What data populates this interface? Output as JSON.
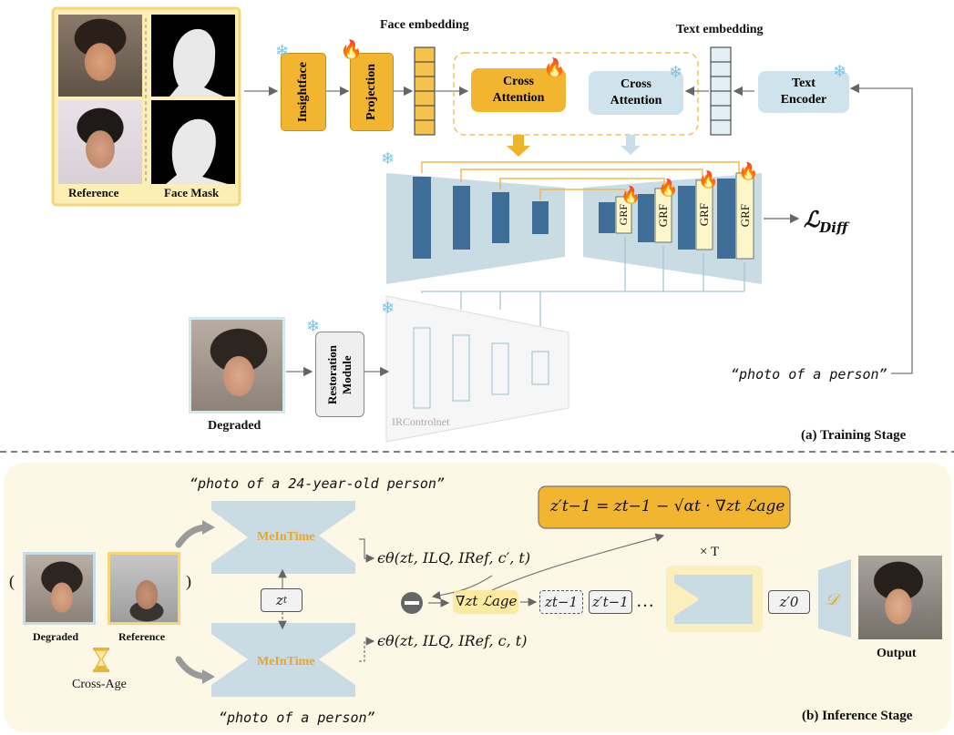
{
  "training": {
    "stage_label": "(a) Training Stage",
    "reference_label": "Reference",
    "face_mask_label": "Face Mask",
    "insightface": "Insightface",
    "projection": "Projection",
    "face_embedding": "Face embedding",
    "text_embedding": "Text embedding",
    "cross_attention_trainable": "Cross\nAttention",
    "cross_attention_frozen": "Cross\nAttention",
    "text_encoder": "Text\nEncoder",
    "grf_labels": [
      "GRF",
      "GRF",
      "GRF",
      "GRF"
    ],
    "loss": "ℒ",
    "loss_sub": "Diff",
    "degraded_label": "Degraded",
    "restoration_module": "Restoration\nModule",
    "ircontrolnet": "IRControlnet",
    "prompt": "“photo of a person”"
  },
  "inference": {
    "stage_label": "(b) Inference Stage",
    "prompt_age": "“photo of a 24-year-old person”",
    "prompt_plain": "“photo of a person”",
    "model_name_top": "MeInTime",
    "model_name_bottom": "MeInTime",
    "degraded_label": "Degraded",
    "reference_label": "Reference",
    "cross_age_label": "Cross-Age",
    "paren_open": "(",
    "paren_close": ")",
    "z_t": "z",
    "z_t_sub": "t",
    "eps_top": "ϵθ(zt, ILQ, IRef, c′, t)",
    "eps_bottom": "ϵθ(zt, ILQ, IRef, c, t)",
    "grad_term": "∇zt ℒage",
    "update_eq": "z′t−1 = zt−1 − √αt · ∇zt ℒage",
    "z_prev": "zt−1",
    "z_prev_prime": "z′t−1",
    "ellipsis": "…",
    "times_T": "× T",
    "z0_prime": "z′0",
    "decoder": "𝒟",
    "output_label": "Output"
  },
  "colors": {
    "accent_orange": "#f0b429",
    "frame_yellow": "#fbe7a1",
    "light_blue": "#cfe3ec",
    "unet_blue": "#c9dce4",
    "block_blue": "#3f6f99",
    "grf_yellow": "#fdf6c9",
    "inference_bg": "#fdf8e6"
  },
  "icons": {
    "frozen": "snowflake-icon",
    "trainable": "flame-icon",
    "minus": "minus-circle-icon",
    "hourglass": "hourglass-icon",
    "curved_arrow": "curved-arrow-icon"
  }
}
